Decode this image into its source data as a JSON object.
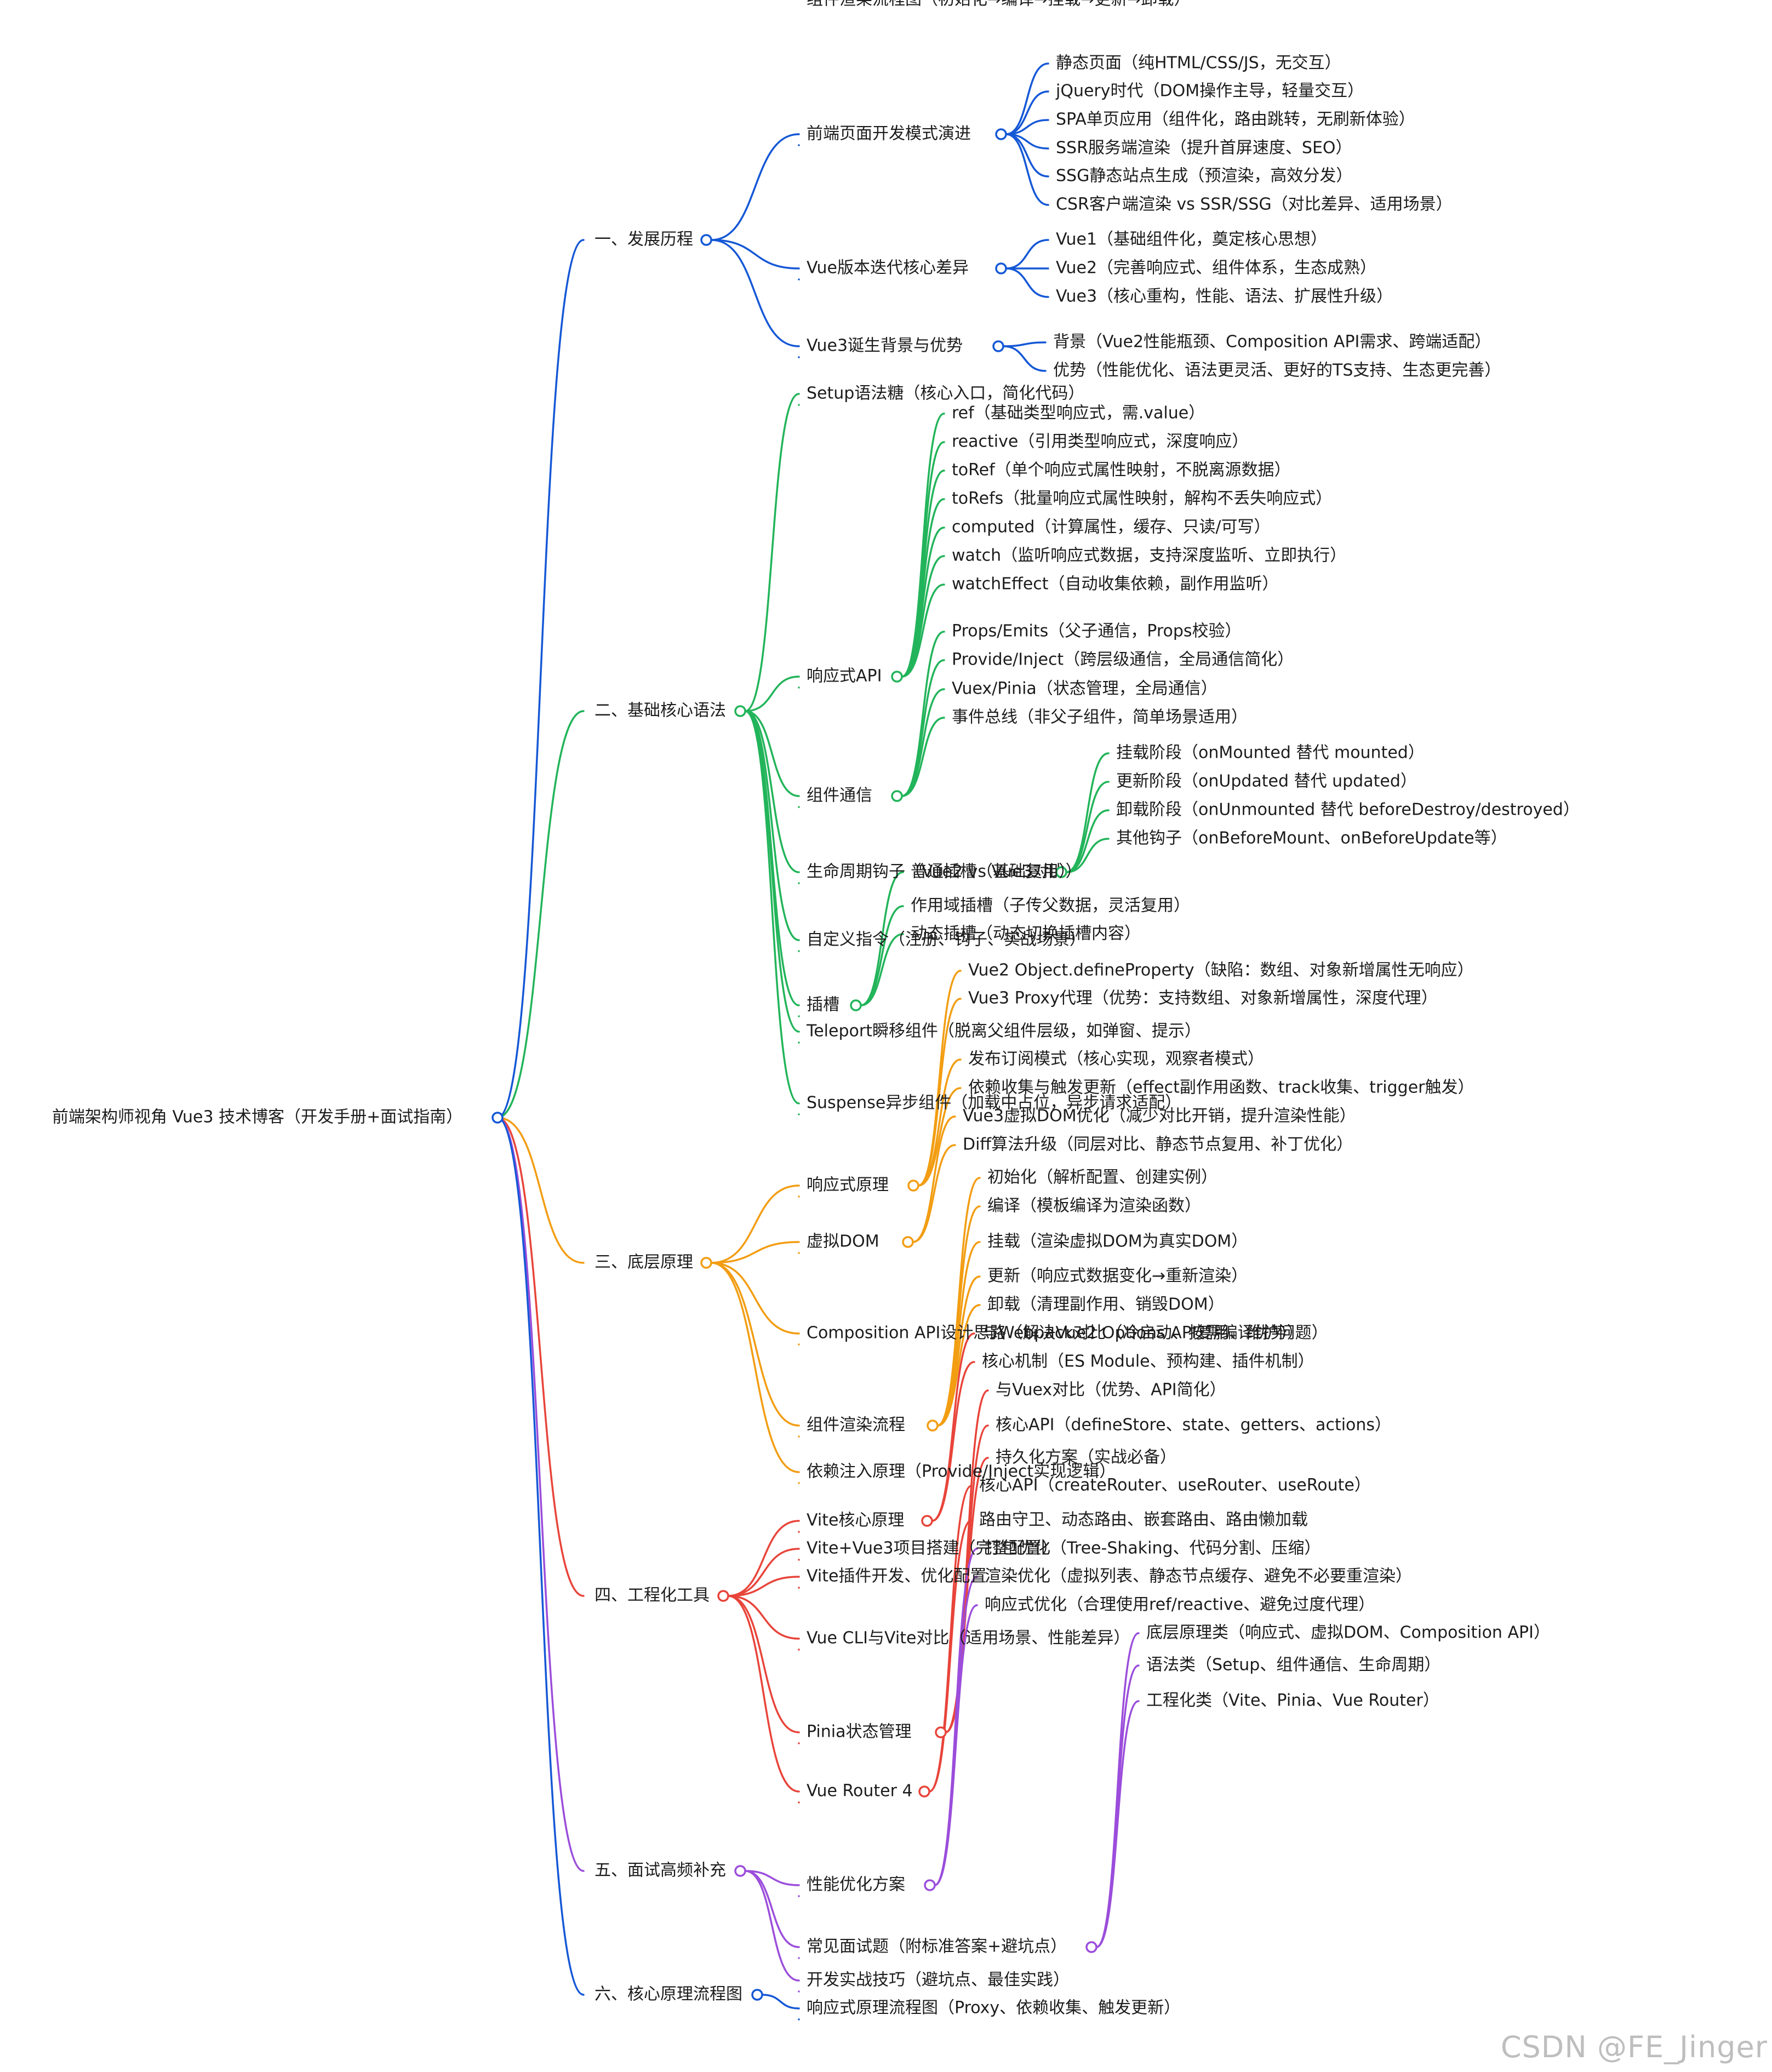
{
  "mindmap": {
    "root": "前端架构师视角 Vue3 技术博客（开发手册+面试指南）",
    "branches": [
      {
        "label": "一、发展历程",
        "color": "#1558d6",
        "children": [
          {
            "label": "前端页面开发模式演进",
            "children": [
              {
                "label": "静态页面（纯HTML/CSS/JS，无交互）"
              },
              {
                "label": "jQuery时代（DOM操作主导，轻量交互）"
              },
              {
                "label": "SPA单页应用（组件化，路由跳转，无刷新体验）"
              },
              {
                "label": "SSR服务端渲染（提升首屏速度、SEO）"
              },
              {
                "label": "SSG静态站点生成（预渲染，高效分发）"
              },
              {
                "label": "CSR客户端渲染 vs SSR/SSG（对比差异、适用场景）"
              }
            ]
          },
          {
            "label": "Vue版本迭代核心差异",
            "children": [
              {
                "label": "Vue1（基础组件化，奠定核心思想）"
              },
              {
                "label": "Vue2（完善响应式、组件体系，生态成熟）"
              },
              {
                "label": "Vue3（核心重构，性能、语法、扩展性升级）"
              }
            ]
          },
          {
            "label": "Vue3诞生背景与优势",
            "children": [
              {
                "label": "背景（Vue2性能瓶颈、Composition API需求、跨端适配）"
              },
              {
                "label": "优势（性能优化、语法更灵活、更好的TS支持、生态更完善）"
              }
            ]
          }
        ]
      },
      {
        "label": "二、基础核心语法",
        "color": "#22b45a",
        "children": [
          {
            "label": "Setup语法糖（核心入口，简化代码）"
          },
          {
            "label": "响应式API",
            "children": [
              {
                "label": "ref（基础类型响应式，需.value）"
              },
              {
                "label": "reactive（引用类型响应式，深度响应）"
              },
              {
                "label": "toRef（单个响应式属性映射，不脱离源数据）"
              },
              {
                "label": "toRefs（批量响应式属性映射，解构不丢失响应式）"
              },
              {
                "label": "computed（计算属性，缓存、只读/可写）"
              },
              {
                "label": "watch（监听响应式数据，支持深度监听、立即执行）"
              },
              {
                "label": "watchEffect（自动收集依赖，副作用监听）"
              }
            ]
          },
          {
            "label": "组件通信",
            "children": [
              {
                "label": "Props/Emits（父子通信，Props校验）"
              },
              {
                "label": "Provide/Inject（跨层级通信，全局通信简化）"
              },
              {
                "label": "Vuex/Pinia（状态管理，全局通信）"
              },
              {
                "label": "事件总线（非父子组件，简单场景适用）"
              }
            ]
          },
          {
            "label": "生命周期钩子（Vue2 vs Vue3对比）",
            "children": [
              {
                "label": "挂载阶段（onMounted 替代 mounted）"
              },
              {
                "label": "更新阶段（onUpdated 替代 updated）"
              },
              {
                "label": "卸载阶段（onUnmounted 替代 beforeDestroy/destroyed）"
              },
              {
                "label": "其他钩子（onBeforeMount、onBeforeUpdate等）"
              }
            ]
          },
          {
            "label": "自定义指令（注册、钩子、实战场景）"
          },
          {
            "label": "插槽",
            "children": [
              {
                "label": "普通插槽（基础复用）"
              },
              {
                "label": "作用域插槽（子传父数据，灵活复用）"
              },
              {
                "label": "动态插槽（动态切换插槽内容）"
              }
            ]
          },
          {
            "label": "Teleport瞬移组件（脱离父组件层级，如弹窗、提示）"
          },
          {
            "label": "Suspense异步组件（加载中占位，异步请求适配）"
          }
        ]
      },
      {
        "label": "三、底层原理",
        "color": "#f29d12",
        "children": [
          {
            "label": "响应式原理",
            "children": [
              {
                "label": "Vue2 Object.defineProperty（缺陷：数组、对象新增属性无响应）"
              },
              {
                "label": "Vue3 Proxy代理（优势：支持数组、对象新增属性，深度代理）"
              },
              {
                "label": "发布订阅模式（核心实现，观察者模式）"
              },
              {
                "label": "依赖收集与触发更新（effect副作用函数、track收集、trigger触发）"
              }
            ]
          },
          {
            "label": "虚拟DOM",
            "children": [
              {
                "label": "Vue3虚拟DOM优化（减少对比开销，提升渲染性能）"
              },
              {
                "label": "Diff算法升级（同层对比、静态节点复用、补丁优化）"
              }
            ]
          },
          {
            "label": "Composition API设计思路（解决Vue2 Options API复用、维护问题）"
          },
          {
            "label": "组件渲染流程",
            "children": [
              {
                "label": "初始化（解析配置、创建实例）"
              },
              {
                "label": "编译（模板编译为渲染函数）"
              },
              {
                "label": "挂载（渲染虚拟DOM为真实DOM）"
              },
              {
                "label": "更新（响应式数据变化→重新渲染）"
              },
              {
                "label": "卸载（清理副作用、销毁DOM）"
              }
            ]
          },
          {
            "label": "依赖注入原理（Provide/Inject实现逻辑）"
          }
        ]
      },
      {
        "label": "四、工程化工具",
        "color": "#e8443a",
        "children": [
          {
            "label": "Vite核心原理",
            "children": [
              {
                "label": "与Webpack对比（冷启动、按需编译优势）"
              },
              {
                "label": "核心机制（ES Module、预构建、插件机制）"
              }
            ]
          },
          {
            "label": "Vite+Vue3项目搭建（完整配置）"
          },
          {
            "label": "Vite插件开发、优化配置"
          },
          {
            "label": "Vue CLI与Vite对比（适用场景、性能差异）"
          },
          {
            "label": "Pinia状态管理",
            "children": [
              {
                "label": "与Vuex对比（优势、API简化）"
              },
              {
                "label": "核心API（defineStore、state、getters、actions）"
              },
              {
                "label": "持久化方案（实战必备）"
              }
            ]
          },
          {
            "label": "Vue Router 4",
            "children": [
              {
                "label": "核心API（createRouter、useRouter、useRoute）"
              },
              {
                "label": "路由守卫、动态路由、嵌套路由、路由懒加载"
              }
            ]
          }
        ]
      },
      {
        "label": "五、面试高频补充",
        "color": "#9b4ddb",
        "children": [
          {
            "label": "性能优化方案",
            "children": [
              {
                "label": "打包优化（Tree-Shaking、代码分割、压缩）"
              },
              {
                "label": "渲染优化（虚拟列表、静态节点缓存、避免不必要重渲染）"
              },
              {
                "label": "响应式优化（合理使用ref/reactive、避免过度代理）"
              }
            ]
          },
          {
            "label": "常见面试题（附标准答案+避坑点）",
            "children": [
              {
                "label": "底层原理类（响应式、虚拟DOM、Composition API）"
              },
              {
                "label": "语法类（Setup、组件通信、生命周期）"
              },
              {
                "label": "工程化类（Vite、Pinia、Vue Router）"
              }
            ]
          },
          {
            "label": "开发实战技巧（避坑点、最佳实践）"
          }
        ]
      },
      {
        "label": "六、核心原理流程图",
        "color": "#1558d6",
        "children": [
          {
            "label": "响应式原理流程图（Proxy、依赖收集、触发更新）"
          },
          {
            "label": "组件渲染流程图（初始化→编译→挂载→更新→卸载）"
          }
        ]
      }
    ]
  },
  "watermark": "CSDN @FE_Jinger"
}
